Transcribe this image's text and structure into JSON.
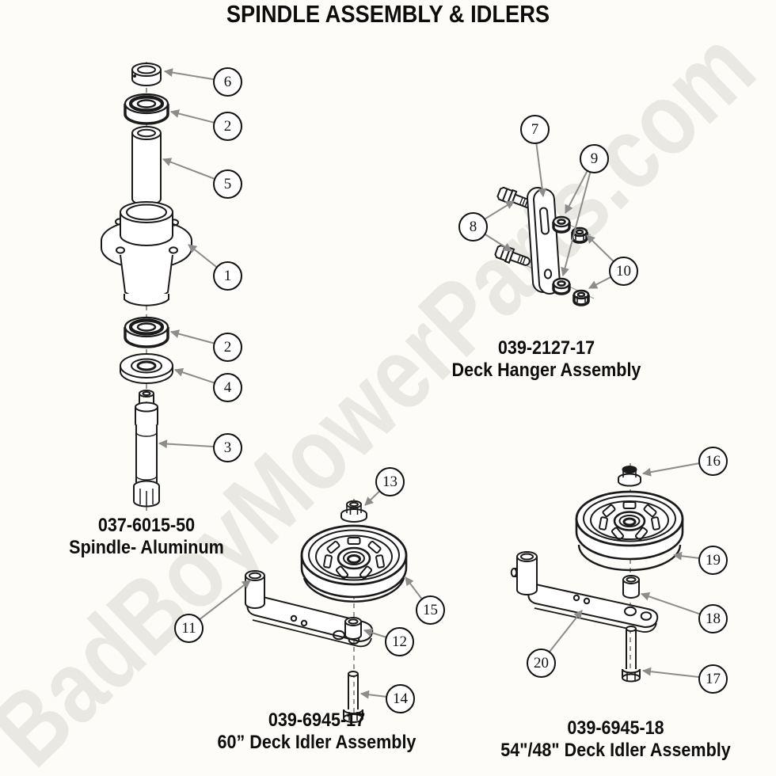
{
  "title": "SPINDLE ASSEMBLY & IDLERS",
  "watermark": "BadBoyMowerParts.com",
  "colors": {
    "background": "#fdfcf9",
    "watermark_gray": "#e9e8e3",
    "arrow_gray": "#8c8c8c",
    "line_black": "#1a1a1a"
  },
  "assemblies": {
    "spindle": {
      "part_number": "037-6015-50",
      "name": "Spindle- Aluminum"
    },
    "deck_hanger": {
      "part_number": "039-2127-17",
      "name": "Deck Hanger Assembly"
    },
    "idler_60": {
      "part_number": "039-6945-17",
      "name": "60”  Deck Idler Assembly"
    },
    "idler_54_48": {
      "part_number": "039-6945-18",
      "name": "54\"/48\" Deck Idler Assembly"
    }
  },
  "callouts": {
    "c1": "1",
    "c2a": "2",
    "c2b": "2",
    "c3": "3",
    "c4": "4",
    "c5": "5",
    "c6": "6",
    "c7": "7",
    "c8": "8",
    "c9": "9",
    "c10": "10",
    "c11": "11",
    "c12": "12",
    "c13": "13",
    "c14": "14",
    "c15": "15",
    "c16": "16",
    "c17": "17",
    "c18": "18",
    "c19": "19",
    "c20": "20"
  }
}
